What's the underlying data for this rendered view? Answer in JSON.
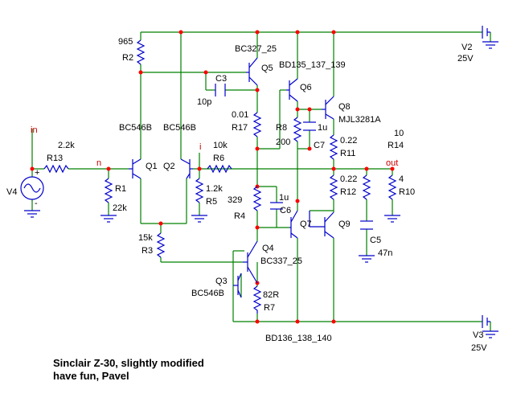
{
  "colors": {
    "wire": "#008000",
    "component": "#0000cc",
    "junction": "#ff0000",
    "text": "#000000",
    "net_label": "#cc0000"
  },
  "caption": {
    "line1": "Sinclair Z-30, slightly modified",
    "line2": "have fun, Pavel"
  },
  "nets": {
    "in": "in",
    "n": "n",
    "i": "i",
    "out": "out"
  },
  "components": {
    "R1": {
      "name": "R1",
      "value": "22k"
    },
    "R2": {
      "name": "R2",
      "value": "965"
    },
    "R3": {
      "name": "R3",
      "value": "15k"
    },
    "R4": {
      "name": "R4",
      "value": "329"
    },
    "R5": {
      "name": "R5",
      "value": "1.2k"
    },
    "R6": {
      "name": "R6",
      "value": "10k"
    },
    "R7": {
      "name": "R7",
      "value": "82R"
    },
    "R8": {
      "name": "R8",
      "value": "200"
    },
    "R10": {
      "name": "R10",
      "value": "4"
    },
    "R11": {
      "name": "R11",
      "value": "0.22"
    },
    "R12": {
      "name": "R12",
      "value": "0.22"
    },
    "R13": {
      "name": "R13",
      "value": "2.2k"
    },
    "R14": {
      "name": "R14",
      "value": "10"
    },
    "R17": {
      "name": "R17",
      "value": "0.01"
    },
    "C3": {
      "name": "C3",
      "value": "10p"
    },
    "C5": {
      "name": "C5",
      "value": "47n"
    },
    "C6": {
      "name": "C6",
      "value": "1u"
    },
    "C7": {
      "name": "C7",
      "value": "1u"
    },
    "Q1": {
      "name": "Q1",
      "model": "BC546B"
    },
    "Q2": {
      "name": "Q2",
      "model": "BC546B"
    },
    "Q3": {
      "name": "Q3",
      "model": "BC546B"
    },
    "Q4": {
      "name": "Q4",
      "model": "BC337_25"
    },
    "Q5": {
      "name": "Q5",
      "model": "BC327_25"
    },
    "Q6": {
      "name": "Q6",
      "model": "BD135_137_139"
    },
    "Q7": {
      "name": "Q7",
      "model": "BD136_138_140"
    },
    "Q8": {
      "name": "Q8",
      "model": "MJL3281A"
    },
    "Q9": {
      "name": "Q9"
    },
    "V2": {
      "name": "V2",
      "value": "25V"
    },
    "V3": {
      "name": "V3",
      "value": "25V"
    },
    "V4": {
      "name": "V4",
      "plus": "+",
      "minus": "-"
    }
  }
}
